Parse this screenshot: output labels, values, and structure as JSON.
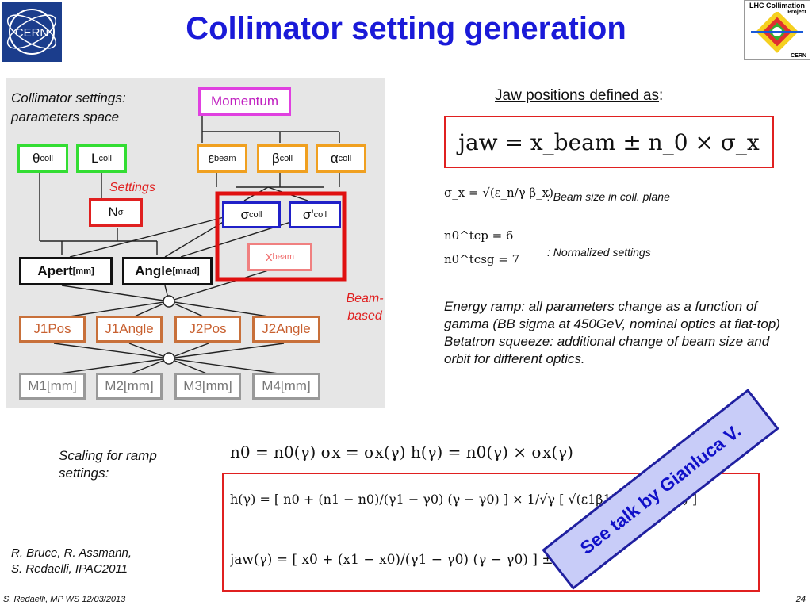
{
  "title": "Collimator setting generation",
  "logos": {
    "lhc_line1": "LHC Collimation",
    "lhc_line2": "Project",
    "lhc_line3": "CERN",
    "cern": "CERN"
  },
  "diagram": {
    "caption": "Collimator settings: parameters space",
    "settings_label": "Settings",
    "beam_label": "Beam-based",
    "momentum": "Momentum",
    "theta": "θ",
    "theta_sub": "coll",
    "L": "L",
    "L_sub": "coll",
    "eps": "ε",
    "eps_sub": "beam",
    "beta": "β",
    "beta_sub": "coll",
    "alpha": "α",
    "alpha_sub": "coll",
    "N": "N",
    "N_sub": "σ",
    "sigma": "σ",
    "sigma_sub": "coll",
    "sigmap": "σ'",
    "sigmap_sub": "coll",
    "xbeam": "x",
    "xbeam_sub": "beam",
    "apert": "Apert",
    "apert_sub": "[mm]",
    "angle": "Angle",
    "angle_sub": "[mrad]",
    "j1pos": "J1Pos",
    "j1angle": "J1Angle",
    "j2pos": "J2Pos",
    "j2angle": "J2Angle",
    "m1": "M1[mm]",
    "m2": "M2[mm]",
    "m3": "M3[mm]",
    "m4": "M4[mm]"
  },
  "right": {
    "jaw_heading": "Jaw positions defined as",
    "jaw_colon": ":",
    "jaw_formula": "jaw = x_beam ± n_0 × σ_x",
    "sigma_formula": "σ_x = √(ε_n/γ β_x)",
    "sigma_note": ": Beam size in coll. plane",
    "n0_tcp": "n0^tcp = 6",
    "n0_tcsg": "n0^tcsg = 7",
    "norm_note": ": Normalized settings",
    "energy_ramp_title": "Energy ramp",
    "energy_ramp_text": ": all parameters change as a function of gamma (BB sigma at 450GeV, nominal optics at flat-top)",
    "betatron_title": "Betatron squeeze",
    "betatron_text": ": additional change of beam size and orbit for different optics."
  },
  "bottom": {
    "scaling_label": "Scaling for ramp settings:",
    "eq_line1": "n0 = n0(γ)     σx = σx(γ)     h(γ) = n0(γ) × σx(γ)",
    "eq_h": "h(γ) = [ n0 + (n1 − n0)/(γ1 − γ0) (γ − γ0) ] × 1/√γ [ √(ε1β1) ... (γ − γ0) ]",
    "eq_jaw": "jaw(γ) = [ x0 + (x1 − x0)/(γ1 − γ0) (γ − γ0) ] ± h(γ)",
    "authors_line1": "R. Bruce, R. Assmann,",
    "authors_line2": "S. Redaelli, IPAC2011",
    "callout": "See talk by Gianluca V.",
    "footer_left": "S. Redaelli, MP WS 12/03/2013",
    "footer_right": "24"
  }
}
